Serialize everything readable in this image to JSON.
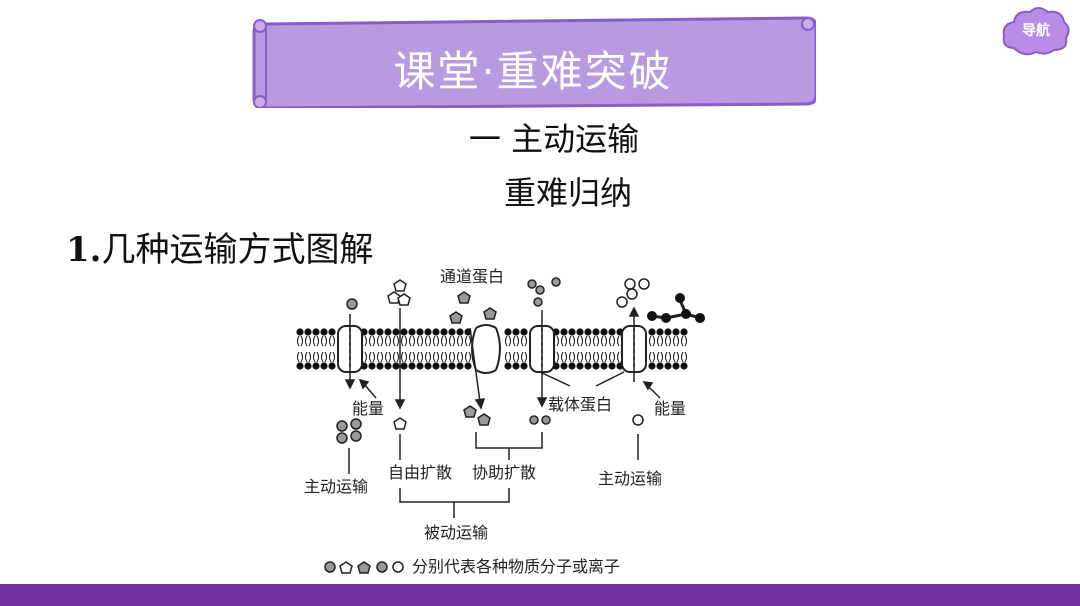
{
  "banner": {
    "title": "课堂·重难突破"
  },
  "nav": {
    "label": "导航"
  },
  "headings": {
    "section": "一 主动运输",
    "subsection": "重难归纳"
  },
  "point": {
    "number": "1.",
    "title": "几种运输方式图解"
  },
  "figure": {
    "labels": {
      "channel_protein": "通道蛋白",
      "energy_left": "能量",
      "energy_right": "能量",
      "carrier_protein": "载体蛋白",
      "active_left": "主动运输",
      "free_diffusion": "自由扩散",
      "facilitated_diffusion": "协助扩散",
      "active_right": "主动运输",
      "passive": "被动运输",
      "legend": "分别代表各种物质分子或离子"
    }
  },
  "colors": {
    "banner": "#b89ae0",
    "banner_border": "#8a5cc7",
    "accent": "#7030a0"
  }
}
